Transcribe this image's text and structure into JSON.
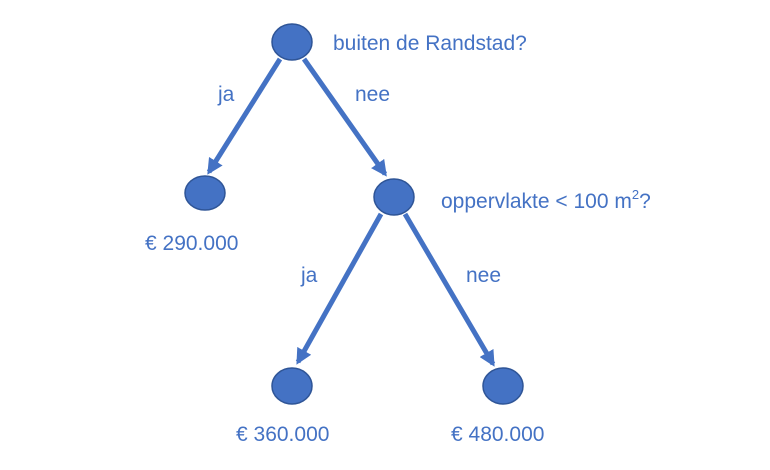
{
  "colors": {
    "accent": "#4472c4",
    "node_fill": "#4472c4",
    "node_stroke": "#2f5597"
  },
  "root": {
    "question": "buiten de Randstad?",
    "edge_yes": "ja",
    "edge_no": "nee"
  },
  "leaf_left": {
    "value": "€ 290.000"
  },
  "node2": {
    "question_prefix": "oppervlakte < 100 m",
    "question_sup": "2",
    "question_suffix": "?",
    "edge_yes": "ja",
    "edge_no": "nee"
  },
  "leaf_mid": {
    "value": "€ 360.000"
  },
  "leaf_right": {
    "value": "€ 480.000"
  }
}
